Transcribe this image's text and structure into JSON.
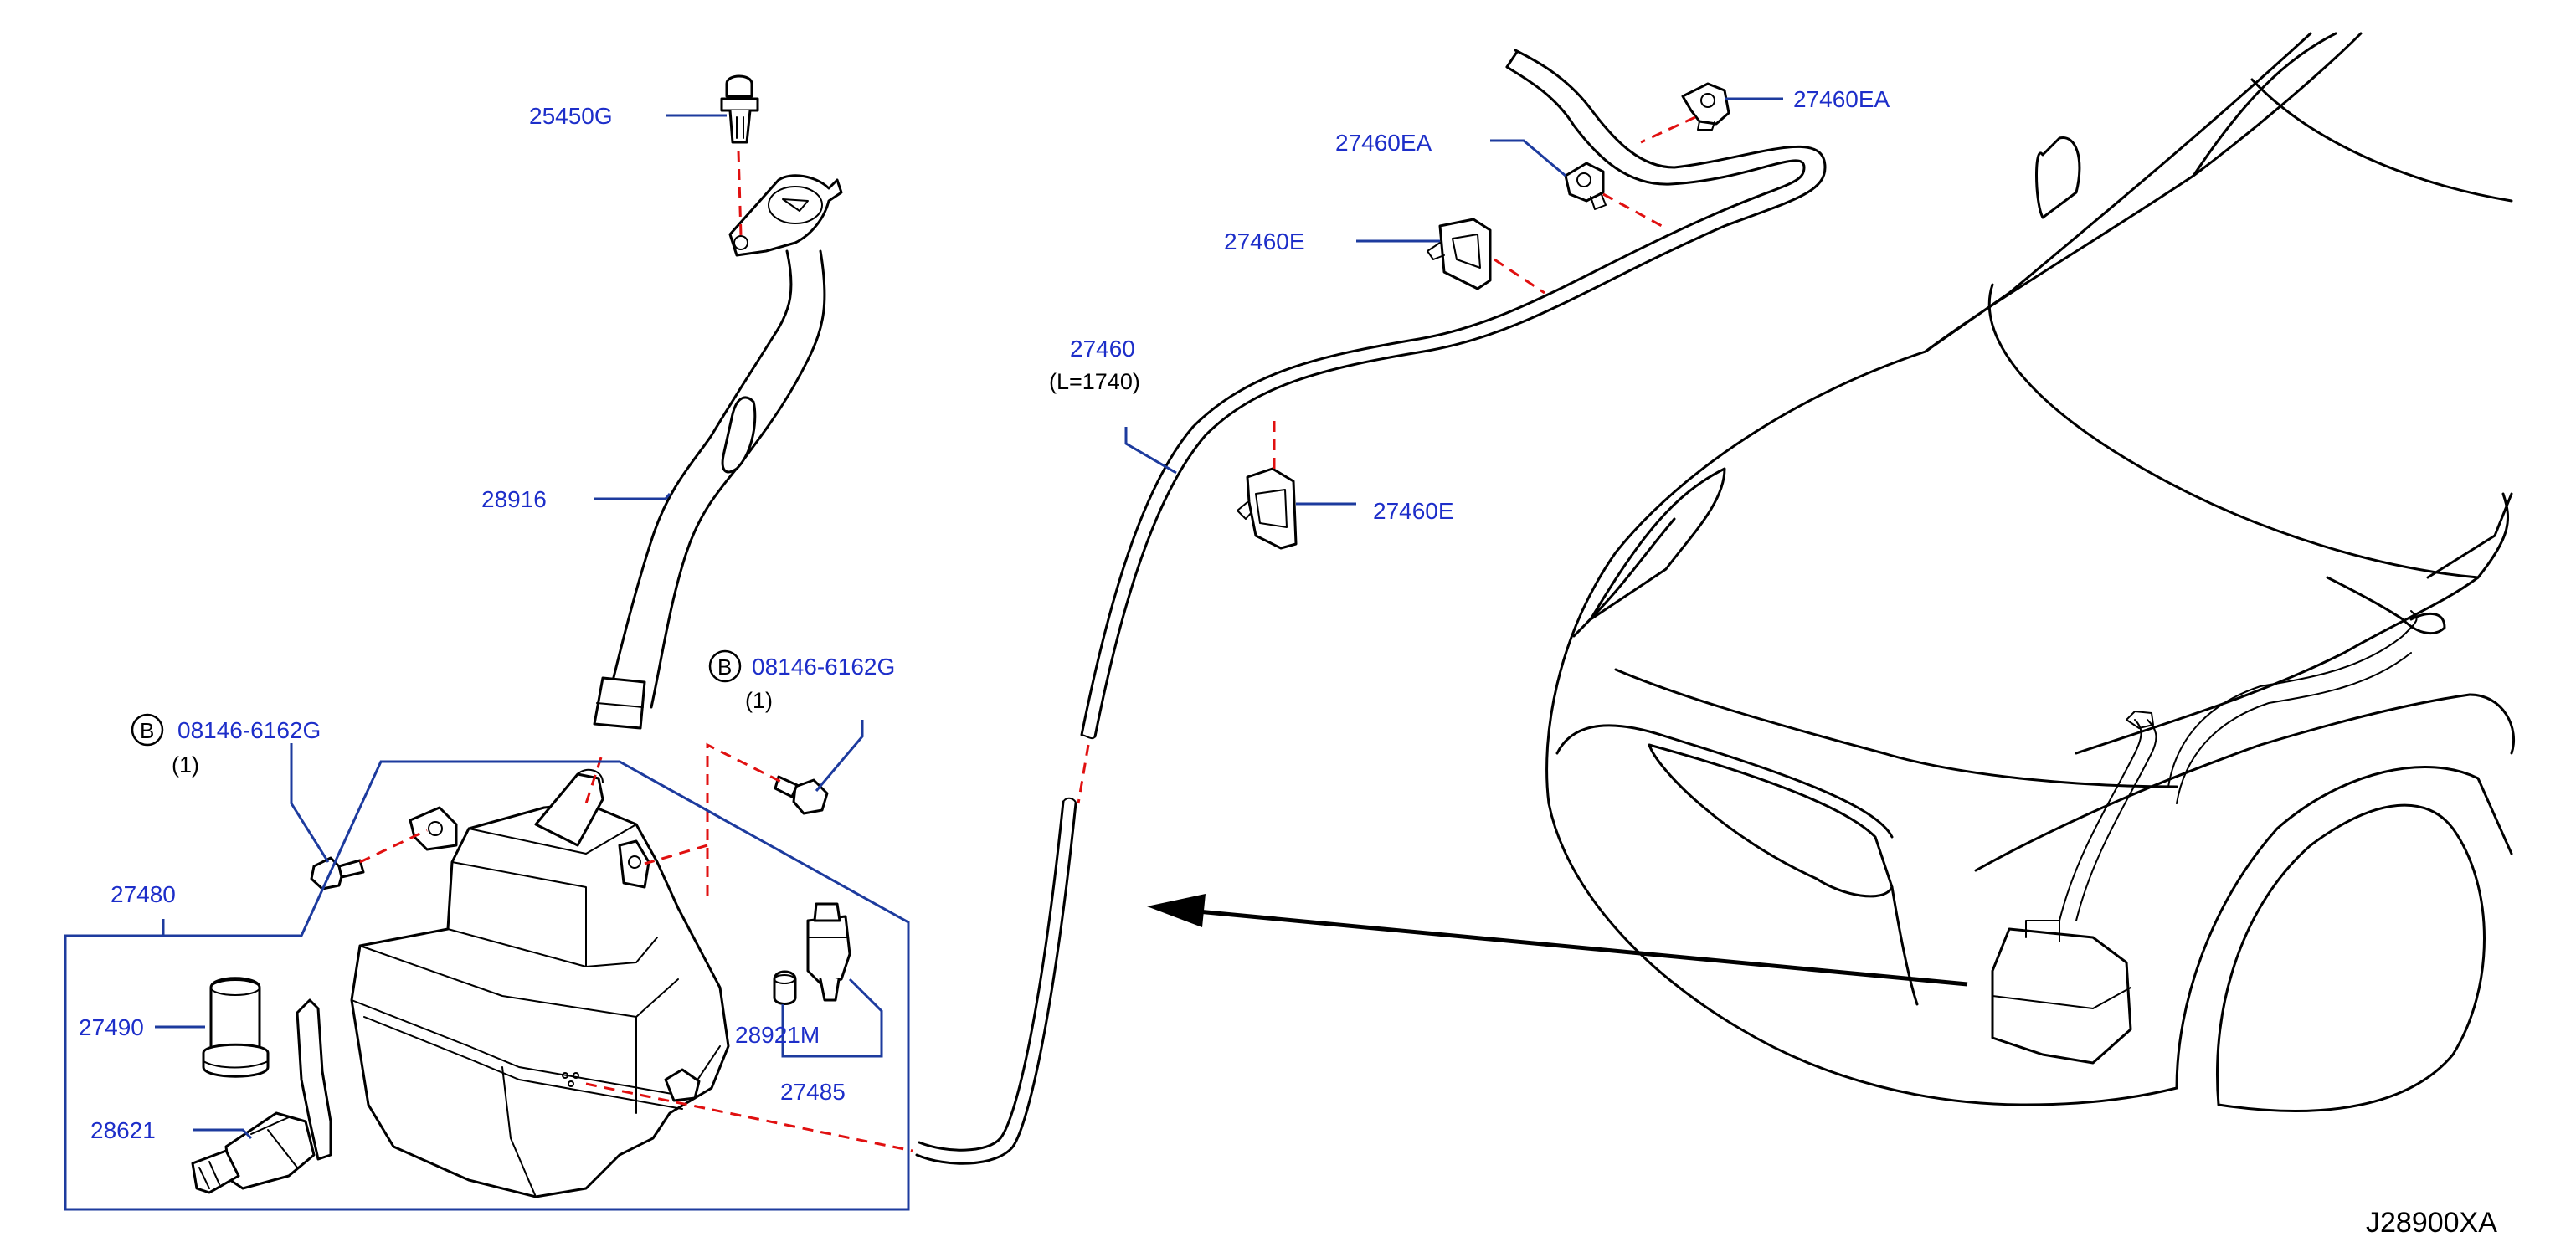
{
  "diagram_code": "J28900XA",
  "callouts": [
    {
      "id": "bolt_hose_left",
      "part_no": "08146-6162G",
      "badge": "B",
      "qty": "(1)"
    },
    {
      "id": "bolt_hose_right",
      "part_no": "08146-6162G",
      "badge": "B",
      "qty": "(1)"
    }
  ],
  "parts": {
    "p25450G": "25450G",
    "p28916": "28916",
    "p27480": "27480",
    "p27490": "27490",
    "p28621": "28621",
    "p28921M": "28921M",
    "p27485": "27485",
    "p27460": "27460",
    "p27460_length": "(L=1740)",
    "p27460EA_upper": "27460EA",
    "p27460EA_lower": "27460EA",
    "p27460E_upper": "27460E",
    "p27460E_lower": "27460E"
  },
  "colors": {
    "label_blue": "#1d2ec9",
    "leader_blue": "#1d3b9e",
    "dash_red": "#e01010",
    "line_black": "#000000"
  }
}
